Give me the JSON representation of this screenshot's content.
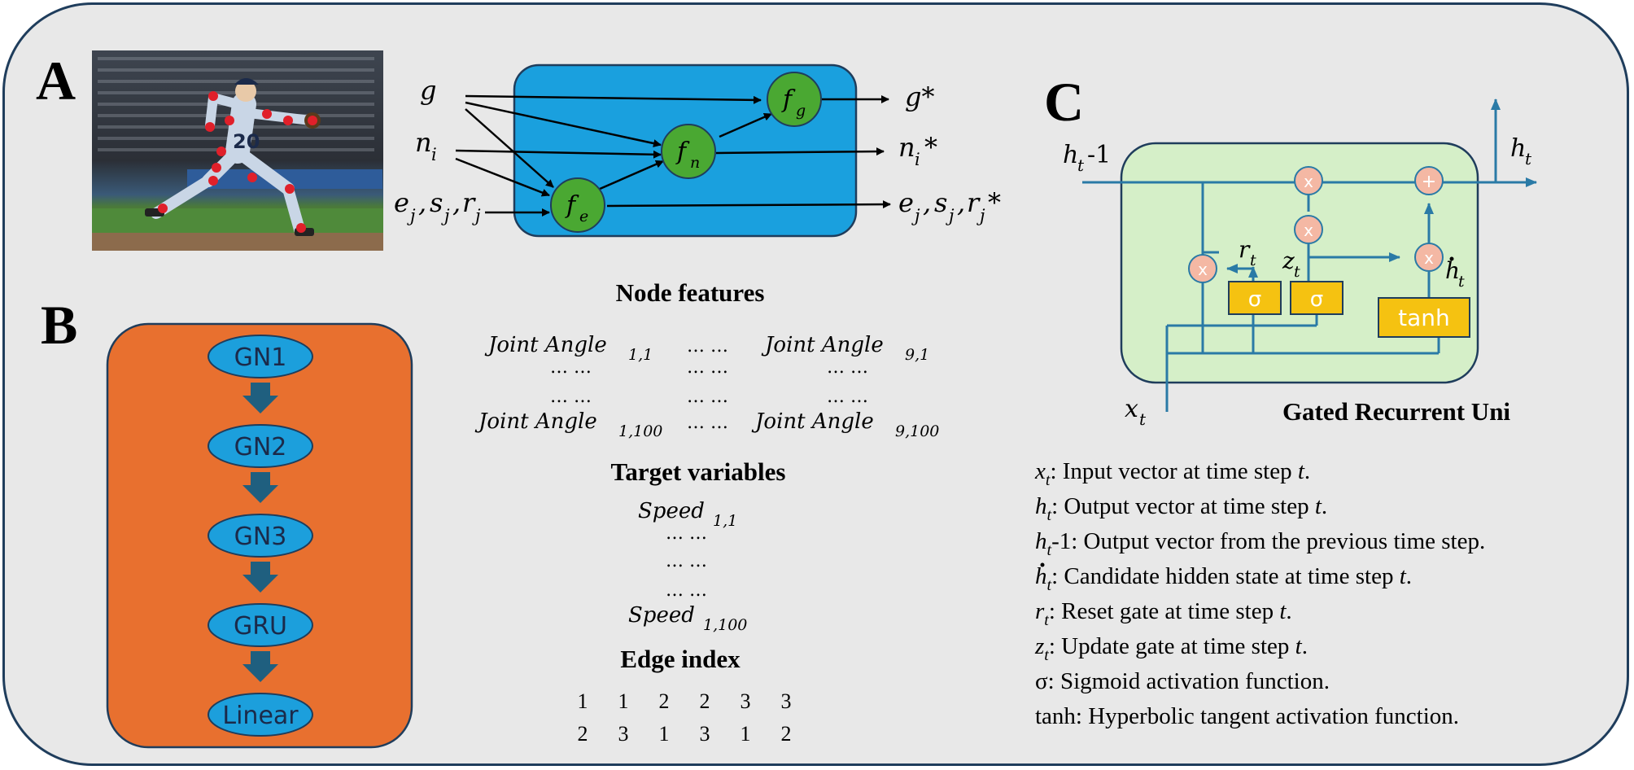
{
  "panels": {
    "a": "A",
    "b": "B",
    "c": "C"
  },
  "panel_a": {
    "inputs": {
      "g": "g",
      "n": "n",
      "n_sub": "i",
      "e": "e",
      "e_sub": "j",
      "s": "s",
      "s_sub": "j",
      "r": "r",
      "r_sub": "j",
      "comma1": ",",
      "comma2": ","
    },
    "nodes": {
      "fg": "f",
      "fg_sub": "g",
      "fn": "f",
      "fn_sub": "n",
      "fe": "f",
      "fe_sub": "e"
    },
    "outputs": {
      "g": "g*",
      "n": "n",
      "n_sub": "i",
      "n_star": "*",
      "e": "e",
      "e_sub": "j",
      "s": "s",
      "s_sub": "j",
      "r": "r",
      "r_sub": "j",
      "comma1": ",",
      "comma2": ",",
      "star": " *"
    },
    "colors": {
      "block": "#1aa0de",
      "node": "#4aa832",
      "photo_joint": "#e0202a"
    }
  },
  "panel_b": {
    "layers": [
      "GN1",
      "GN2",
      "GN3",
      "GRU",
      "Linear"
    ],
    "colors": {
      "background": "#e8702f",
      "node": "#1c9fdc",
      "arrow": "#1f5f7f"
    }
  },
  "features": {
    "node_title": "Node features",
    "ja": "Joint Angle",
    "sub_11": "1,1",
    "sub_91": "9,1",
    "sub_1100": "1,100",
    "sub_9100": "9,100",
    "dots": "… …",
    "target_title": "Target variables",
    "speed": "Speed",
    "speed_sub_11": "1,1",
    "speed_sub_1100": "1,100",
    "edge_title": "Edge index",
    "edge_row1": [
      "1",
      "1",
      "2",
      "2",
      "3",
      "3"
    ],
    "edge_row2": [
      "2",
      "3",
      "1",
      "3",
      "1",
      "2"
    ]
  },
  "panel_c": {
    "title": "Gated Recurrent Uni",
    "h": "h",
    "t": "t",
    "x": "x",
    "r": "r",
    "z": "z",
    "minus_one": "-1",
    "sigma": "σ",
    "tanh": "tanh",
    "times": "x",
    "plus": "+",
    "colors": {
      "cell": "#d5efc8",
      "gate": "#f5c211",
      "op": "#f4b8a4",
      "line": "#2a7aa6"
    }
  },
  "legend": [
    {
      "sym": "x",
      "sub": "t",
      "dot": false,
      "pre": "",
      "text": ": Input vector at time step ",
      "t": "t",
      "end": "."
    },
    {
      "sym": "h",
      "sub": "t",
      "dot": false,
      "pre": "",
      "text": ": Output vector at time step ",
      "t": "t",
      "end": "."
    },
    {
      "sym": "h",
      "sub": "t",
      "dot": false,
      "pre": "-1",
      "text": ": Output vector from the previous time step.",
      "t": "",
      "end": ""
    },
    {
      "sym": "h",
      "sub": "t",
      "dot": true,
      "pre": "",
      "text": ": Candidate hidden state at time step ",
      "t": "t",
      "end": "."
    },
    {
      "sym": "r",
      "sub": "t",
      "dot": false,
      "pre": "",
      "text": ": Reset gate at time step ",
      "t": "t",
      "end": "."
    },
    {
      "sym": "z",
      "sub": "t",
      "dot": false,
      "pre": "",
      "text": ": Update gate at time step ",
      "t": "t",
      "end": "."
    },
    {
      "plain": "σ: Sigmoid activation function."
    },
    {
      "plain": "tanh: Hyperbolic tangent activation function."
    }
  ]
}
